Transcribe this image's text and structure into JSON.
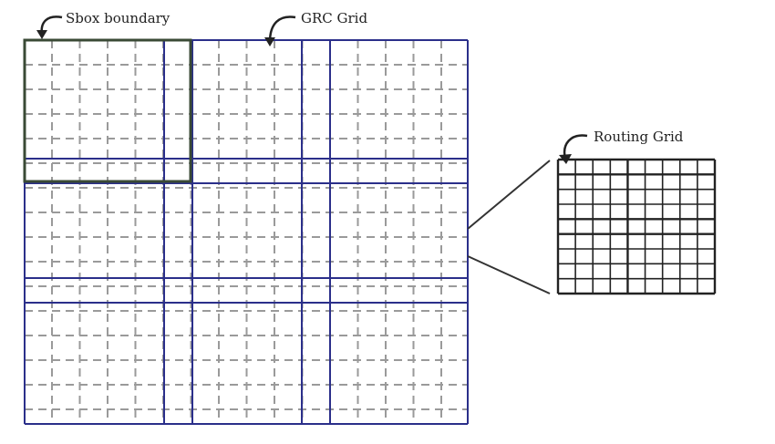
{
  "diagram": {
    "labels": {
      "sbox": "Sbox boundary",
      "grc": "GRC Grid",
      "routing": "Routing Grid"
    },
    "colors": {
      "grc_line": "#2b2f8a",
      "sbox_border": "#3a4a35",
      "dashed_grid": "#9a9a9a",
      "routing_line": "#222222",
      "arrow": "#222222"
    }
  }
}
